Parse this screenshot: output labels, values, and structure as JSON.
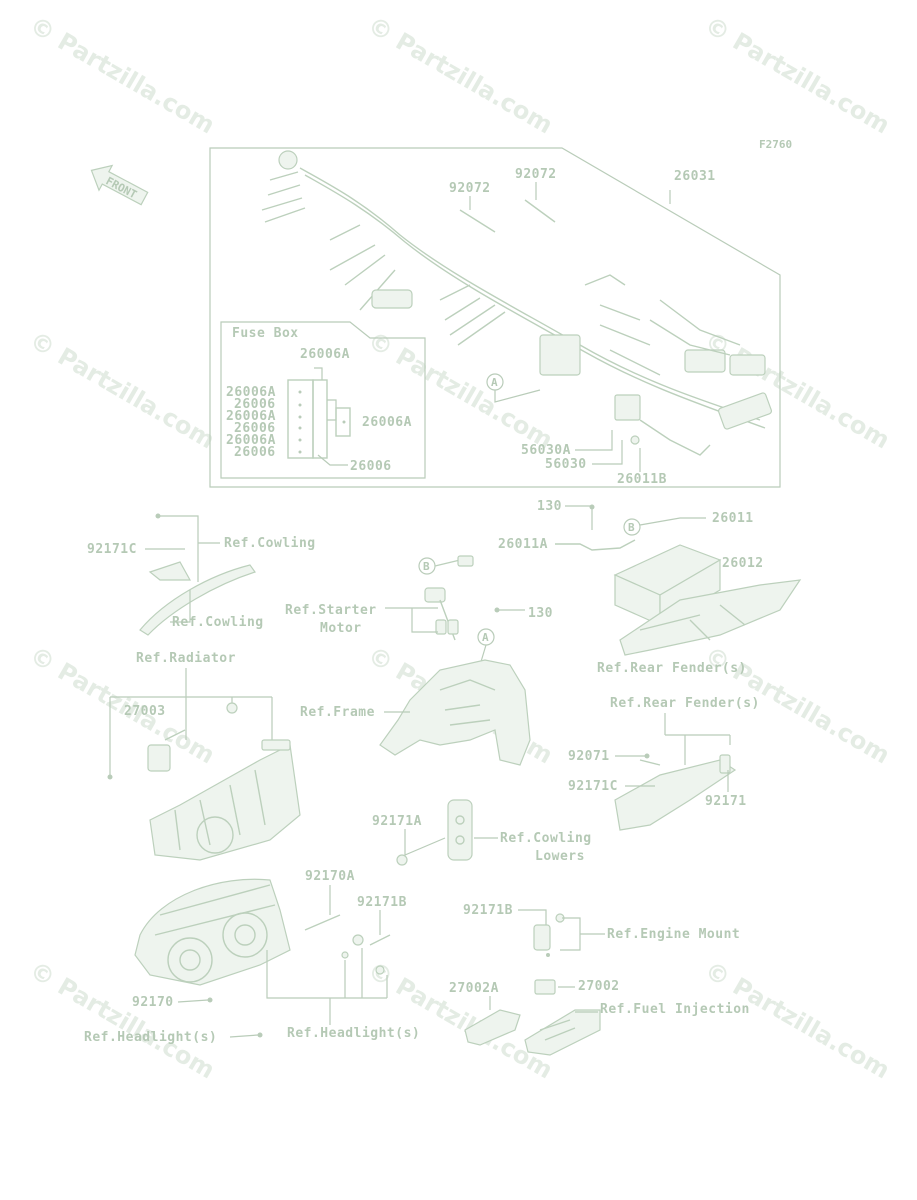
{
  "watermark": "© Partzilla.com",
  "figure_code": "F2760",
  "front_label": "FRONT",
  "fuse_box_title": "Fuse Box",
  "callouts": {
    "a": "A",
    "b": "B"
  },
  "labels": {
    "p92072_a": "92072",
    "p92072_b": "92072",
    "p26031": "26031",
    "p26006a_top": "26006A",
    "fb_26006a_1": "26006A",
    "fb_26006_1": "26006",
    "fb_26006a_2": "26006A",
    "fb_26006_2": "26006",
    "fb_26006a_3": "26006A",
    "fb_26006_3": "26006",
    "fb_26006a_right": "26006A",
    "fb_26006_bottom": "26006",
    "p56030a": "56030A",
    "p56030": "56030",
    "p26011b": "26011B",
    "p130_top": "130",
    "p26011": "26011",
    "p26011a": "26011A",
    "p26012": "26012",
    "p92171c_left": "92171C",
    "ref_cowling_1": "Ref.Cowling",
    "ref_cowling_2": "Ref.Cowling",
    "ref_starter_1": "Ref.Starter",
    "ref_starter_2": "Motor",
    "p130_mid": "130",
    "ref_rear_fender_1": "Ref.Rear Fender(s)",
    "ref_radiator": "Ref.Radiator",
    "p27003": "27003",
    "ref_frame": "Ref.Frame",
    "ref_rear_fender_2": "Ref.Rear Fender(s)",
    "p92071": "92071",
    "p92171c_right": "92171C",
    "p92171": "92171",
    "p92171a": "92171A",
    "ref_cowling_lowers_1": "Ref.Cowling",
    "ref_cowling_lowers_2": "Lowers",
    "p92170a": "92170A",
    "p92171b_mid": "92171B",
    "p92171b_right": "92171B",
    "ref_engine_mount": "Ref.Engine Mount",
    "p92170": "92170",
    "p27002a": "27002A",
    "p27002": "27002",
    "ref_fuel_injection": "Ref.Fuel Injection",
    "ref_headlight_left": "Ref.Headlight(s)",
    "ref_headlight_mid": "Ref.Headlight(s)"
  }
}
